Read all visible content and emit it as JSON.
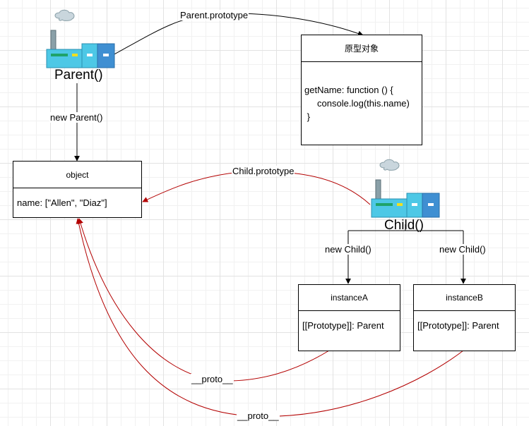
{
  "parent": {
    "name": "Parent()",
    "edge_label": "new Parent()"
  },
  "prototype_box": {
    "title": "原型对象",
    "body": "getName: function () {\n     console.log(this.name)\n }"
  },
  "parent_prototype_label": "Parent.prototype",
  "object_box": {
    "title": "object",
    "body": "name: [\"Allen\", \"Diaz\"]"
  },
  "child": {
    "name": "Child()",
    "edge_label_a": "new Child()",
    "edge_label_b": "new Child()"
  },
  "child_prototype_label": "Child.prototype",
  "instance_a": {
    "title": "instanceA",
    "body": "[[Prototype]]: Parent"
  },
  "instance_b": {
    "title": "instanceB",
    "body": "[[Prototype]]: Parent"
  },
  "proto_label_a": "__proto__",
  "proto_label_b": "__proto__",
  "colors": {
    "black_edge": "#000000",
    "red_edge": "#b30000",
    "factory_cyan": "#4dc8e6",
    "factory_blue": "#3f8fd2",
    "factory_green": "#1fa36a",
    "factory_yellow": "#f0e020",
    "chimney": "#8aa0a8",
    "smoke": "#c9d6dd"
  }
}
